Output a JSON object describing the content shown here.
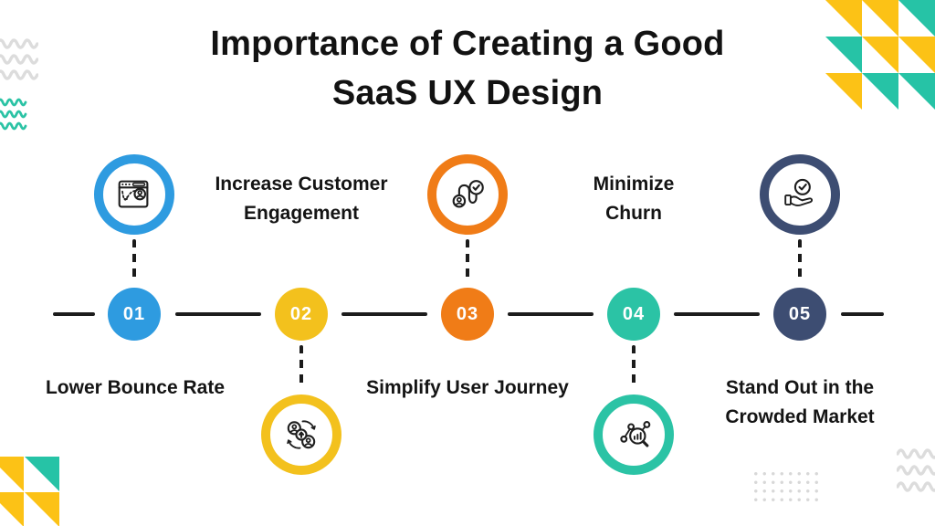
{
  "title": {
    "line1": "Importance of Creating a Good",
    "line2": "SaaS UX Design"
  },
  "milestones": [
    {
      "number": "01",
      "label": "Lower Bounce Rate",
      "color": "#2E9BE0",
      "icon": "bounce-rate-icon",
      "icon_position": "above",
      "label_position": "below"
    },
    {
      "number": "02",
      "label": "Increase Customer Engagement",
      "color": "#F3C11D",
      "icon": "customer-engagement-icon",
      "icon_position": "below",
      "label_position": "above"
    },
    {
      "number": "03",
      "label": "Simplify User Journey",
      "color": "#F07C17",
      "icon": "user-journey-icon",
      "icon_position": "above",
      "label_position": "below"
    },
    {
      "number": "04",
      "label": "Minimize Churn",
      "color": "#2BC3A5",
      "icon": "churn-analytics-icon",
      "icon_position": "below",
      "label_position": "above"
    },
    {
      "number": "05",
      "label": "Stand Out in the Crowded Market",
      "color": "#3D4D72",
      "icon": "stand-out-icon",
      "icon_position": "above",
      "label_position": "below"
    }
  ],
  "decorations": {
    "triangle_yellow": "#FCC216",
    "triangle_teal": "#26C3A6",
    "squiggle_gray": "#DCDCDC",
    "squiggle_teal": "#2BC3A5",
    "dots_color": "#D8D8D8",
    "timeline_color": "#1C1C1C"
  }
}
